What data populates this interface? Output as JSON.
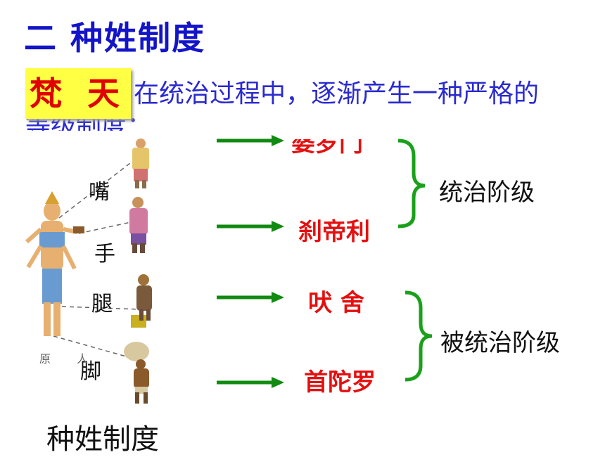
{
  "title": "二  种姓制度",
  "highlight": "梵 天",
  "intro_line1": "在统治过程中，逐渐产生一种严格的",
  "intro_line2": "等级制度：",
  "body_parts": [
    "嘴",
    "手",
    "腿",
    "脚"
  ],
  "figure_caption": "原 人",
  "castes": [
    "婆罗门",
    "刹帝利",
    "吠 舍",
    "首陀罗"
  ],
  "groups": {
    "ruling": "统治阶级",
    "ruled": "被统治阶级"
  },
  "bottom_label": "种姓制度",
  "colors": {
    "title": "#1414c8",
    "highlight_bg": "#ffff44",
    "caste_text": "#e41010",
    "arrow": "#118a11",
    "brace": "#1aa01a"
  }
}
